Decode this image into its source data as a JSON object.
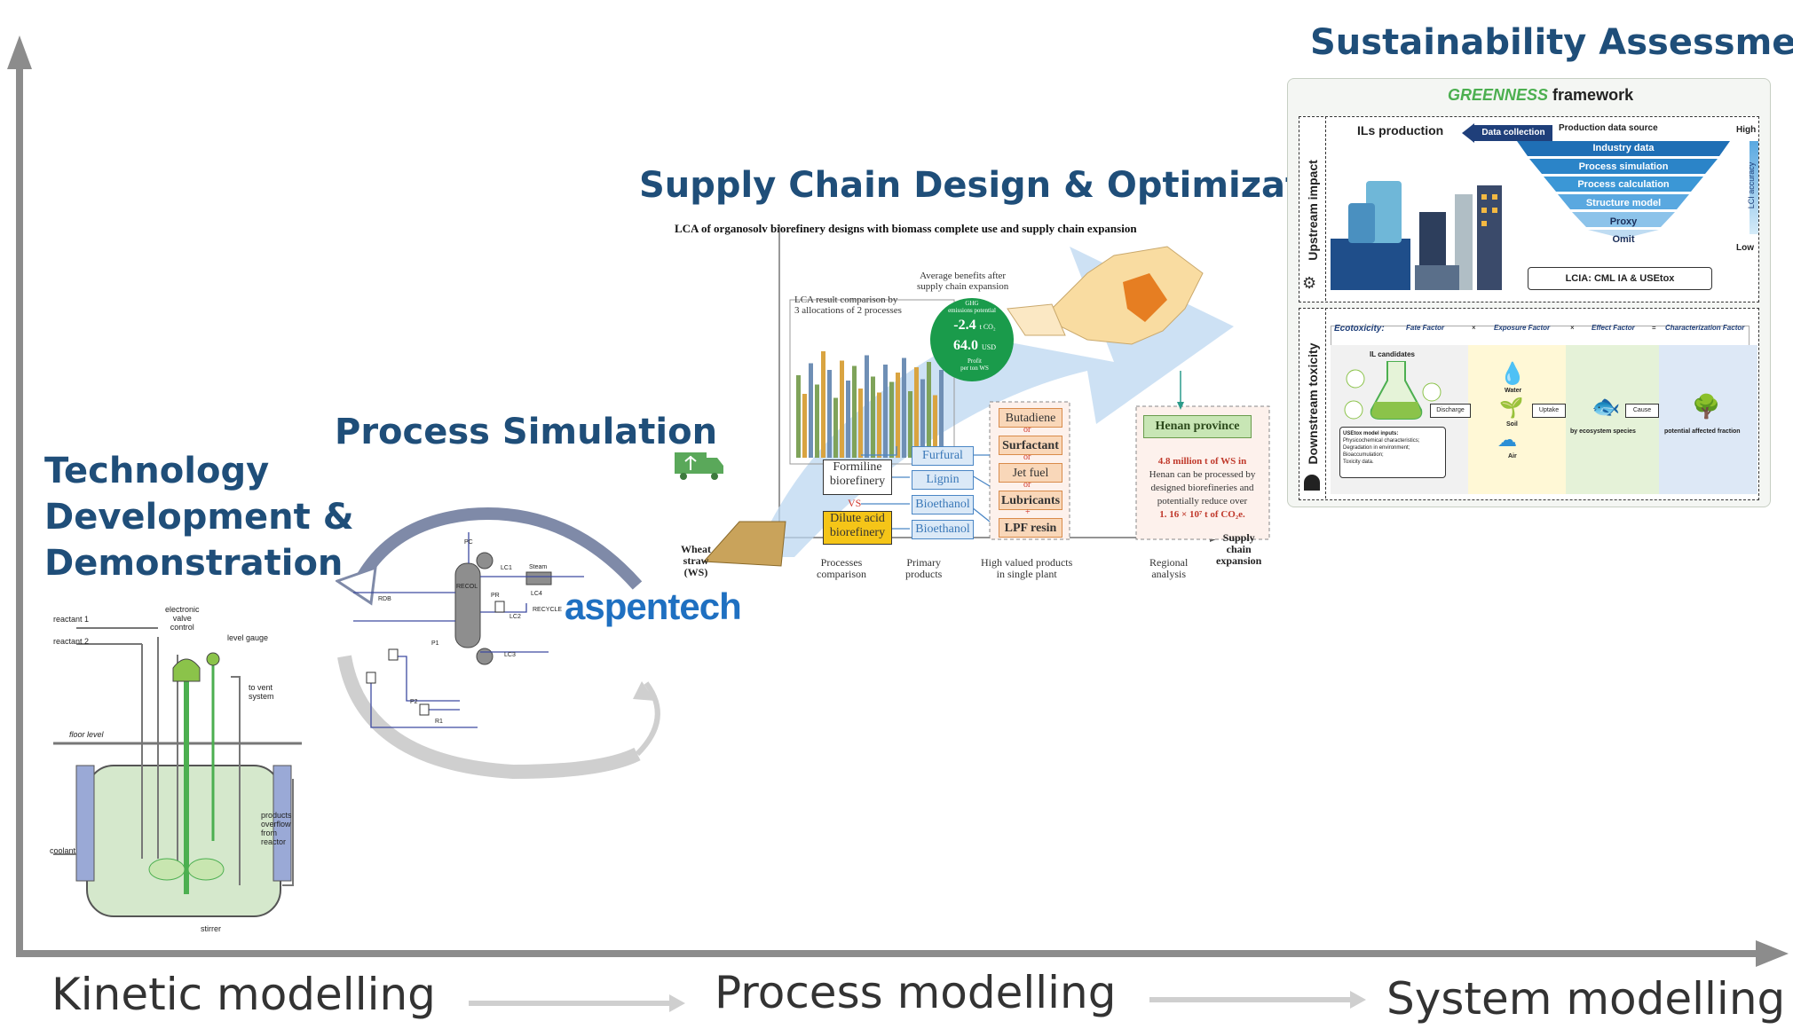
{
  "stages": {
    "technology": [
      "Technology",
      "Development &",
      "Demonstration"
    ],
    "process_sim": "Process Simulation",
    "supply_chain": "Supply Chain Design & Optimization",
    "sustainability": "Sustainability Assessment"
  },
  "axis": {
    "kinetic": "Kinetic modelling",
    "process": "Process modelling",
    "system": "System modelling"
  },
  "reactor": {
    "reactant1": "reactant 1",
    "reactant2": "reactant 2",
    "valve": [
      "electronic",
      "valve",
      "control"
    ],
    "level_gauge": "level gauge",
    "vent": [
      "to vent",
      "system"
    ],
    "floor": "floor level",
    "overflow": [
      "products",
      "overflow",
      "from",
      "reactor"
    ],
    "coolant": "coolant",
    "stirrer": "stirrer"
  },
  "aspen": {
    "logo": "aspentech",
    "labels": [
      "PC",
      "RECOL",
      "LC1",
      "Steam",
      "RDB",
      "LC2",
      "LC3",
      "P1",
      "P2",
      "R1",
      "PR",
      "LC4",
      "RECYCLE"
    ]
  },
  "supply": {
    "heading": "LCA of organosolv biorefinery designs with biomass complete use and supply chain expansion",
    "lca_box": [
      "LCA result comparison by",
      "3 allocations of 2 processes"
    ],
    "benefits": [
      "Average benefits after",
      "supply chain expansion"
    ],
    "ghg_label": [
      "GHG",
      "emissions potential"
    ],
    "ghg_value": "-2.4",
    "ghg_unit": "t CO₂",
    "profit_value": "64.0",
    "profit_unit": "USD",
    "profit_label": [
      "Profit",
      "per ton WS"
    ],
    "formiline": [
      "Formiline",
      "biorefinery"
    ],
    "vs": "VS",
    "dilute": [
      "Dilute acid",
      "biorefinery"
    ],
    "primary": [
      "Furfural",
      "Lignin",
      "Bioethanol",
      "Bioethanol"
    ],
    "high_value": [
      "Butadiene",
      "or",
      "Surfactant",
      "or",
      "Jet fuel",
      "or",
      "Lubricants",
      "+",
      "LPF resin"
    ],
    "henan": "Henan province",
    "henan_text": [
      "4.8 million t of WS in",
      "Henan can be processed by",
      "designed biorefineries and",
      "potentially reduce over",
      "1. 16 × 10⁷ t of CO₂e."
    ],
    "wheat": [
      "Wheat",
      "straw",
      "(WS)"
    ],
    "x_labels": [
      [
        "Processes",
        "comparison"
      ],
      [
        "Primary",
        "products"
      ],
      [
        "High valued products",
        "in single plant"
      ],
      [
        "Regional",
        "analysis"
      ],
      [
        "Supply",
        "chain",
        "expansion"
      ]
    ],
    "bar_values": [
      62,
      48,
      71,
      55,
      80,
      66,
      45,
      73,
      58,
      69,
      52,
      77,
      61,
      49,
      70,
      57,
      64,
      75,
      50,
      68,
      59,
      72,
      47,
      66
    ]
  },
  "greenness": {
    "title_green": "GREENNESS",
    "title_rest": "framework",
    "upstream": "Upstream impact",
    "downstream": "Downstream toxicity",
    "ils": "ILs production",
    "data_collection": "Data collection",
    "source": "Production data source",
    "high": "High",
    "low": "Low",
    "lci": "LCI accuracy",
    "pyramid": [
      "Industry data",
      "Process simulation",
      "Process calculation",
      "Structure model",
      "Proxy",
      "Omit"
    ],
    "lcia": "LCIA: CML IA & USEtox",
    "eco": "Ecotoxicity:",
    "factors": [
      "Fate Factor",
      "Exposure Factor",
      "Effect Factor",
      "Characterization Factor"
    ],
    "ops": [
      "×",
      "×",
      "="
    ],
    "il_candidates": "IL candidates",
    "usetox": "USEtox model inputs:",
    "usetox_items": [
      "Physicochemical characteristics;",
      "Degradation in environment;",
      "Bioaccumulation;",
      "Toxicity data."
    ],
    "discharge": "Discharge",
    "uptake": "Uptake",
    "cause": "Cause",
    "water": "Water",
    "soil": "Soil",
    "air": "Air",
    "species": "by ecosystem species",
    "fraction": "potential affected fraction"
  },
  "colors": {
    "title": "#1f4e79",
    "axis": "#8c8c8c",
    "green": "#4caf50",
    "blue": "#2f75b5",
    "orange": "#f2a65a"
  }
}
